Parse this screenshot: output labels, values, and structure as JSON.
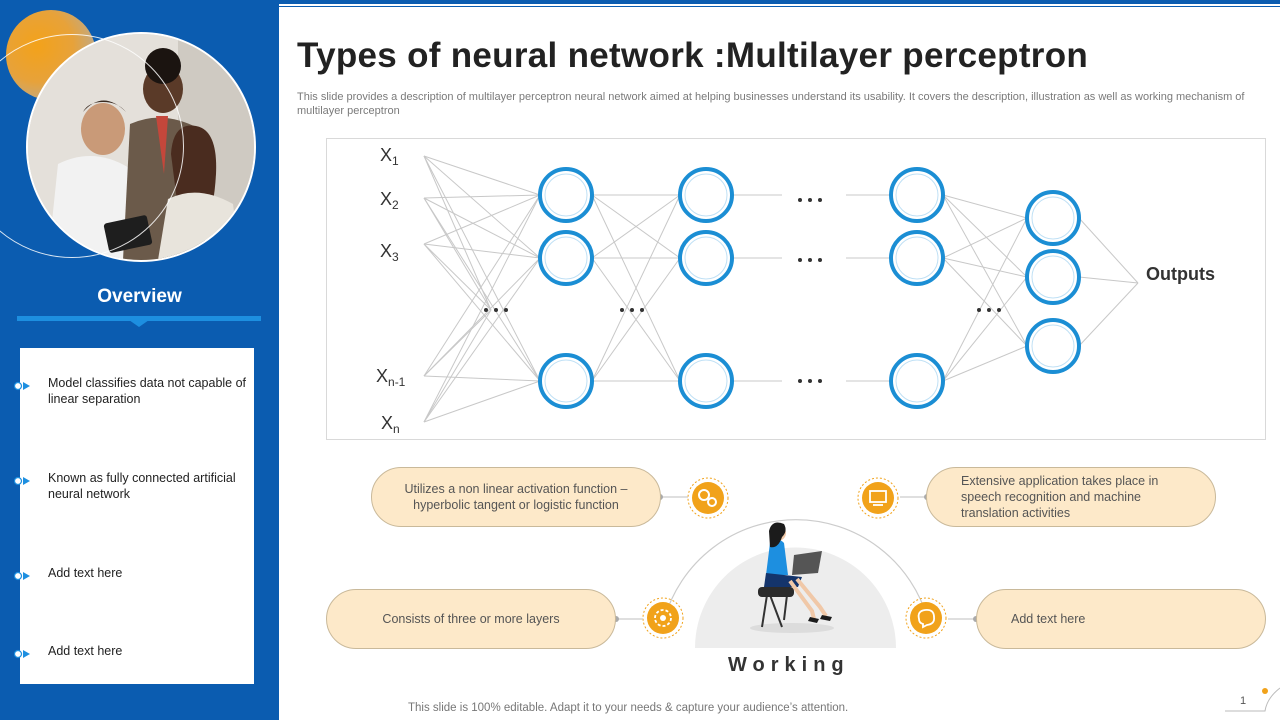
{
  "slide": {
    "title": "Types of neural network :Multilayer perceptron",
    "subtitle": "This slide provides a description of multilayer perceptron neural network aimed at helping businesses understand its usability. It covers the description, illustration as well as working mechanism of multilayer perceptron",
    "footer": "This slide is 100% editable. Adapt it to your needs & capture your audience’s attention.",
    "page_number": "1"
  },
  "overview": {
    "title": "Overview",
    "items": [
      {
        "text": "Model classifies data not capable of linear separation"
      },
      {
        "text": "Known as fully connected artificial neural network"
      },
      {
        "text": "Add text here"
      },
      {
        "text": "Add text here"
      }
    ]
  },
  "network": {
    "inputs": [
      {
        "base": "X",
        "sub": "1"
      },
      {
        "base": "X",
        "sub": "2"
      },
      {
        "base": "X",
        "sub": "3"
      },
      {
        "base": "X",
        "sub": "n-1"
      },
      {
        "base": "X",
        "sub": "n"
      }
    ],
    "ellipsis": "• • •",
    "outputs_label": "Outputs",
    "node_color": "#1b8ed4"
  },
  "working": {
    "label": "Working",
    "items": [
      {
        "text": "Utilizes a non linear activation function – hyperbolic tangent or logistic function",
        "icon": "gears-icon"
      },
      {
        "text": "Extensive application takes place in speech recognition and machine translation activities",
        "icon": "presentation-icon"
      },
      {
        "text": "Consists of three or more layers",
        "icon": "target-icon"
      },
      {
        "text": "Add text here",
        "icon": "brain-icon"
      }
    ],
    "accent_color": "#f1a21a",
    "pill_color": "#fde9c9"
  }
}
